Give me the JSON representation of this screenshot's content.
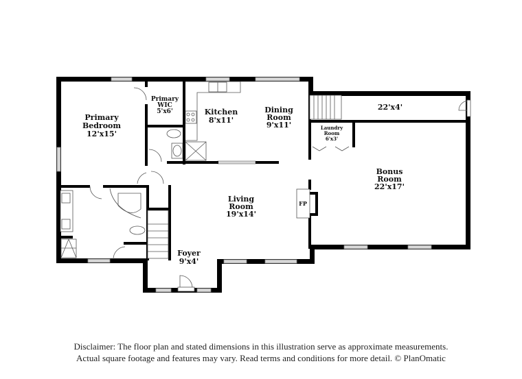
{
  "rooms": [
    {
      "id": "primary-bedroom",
      "name_line1": "Primary",
      "name_line2": "Bedroom",
      "size": "12'x15'"
    },
    {
      "id": "primary-wic",
      "name_line1": "Primary",
      "name_line2": "WIC",
      "size": "5'x6'"
    },
    {
      "id": "kitchen",
      "name_line1": "Kitchen",
      "name_line2": "",
      "size": "8'x11'"
    },
    {
      "id": "dining-room",
      "name_line1": "Dining",
      "name_line2": "Room",
      "size": "9'x11'"
    },
    {
      "id": "hallway",
      "name_line1": "",
      "name_line2": "",
      "size": "22'x4'"
    },
    {
      "id": "laundry-room",
      "name_line1": "Laundry",
      "name_line2": "Room",
      "size": "6'x3'"
    },
    {
      "id": "bonus-room",
      "name_line1": "Bonus",
      "name_line2": "Room",
      "size": "22'x17'"
    },
    {
      "id": "living-room",
      "name_line1": "Living",
      "name_line2": "Room",
      "size": "19'x14'"
    },
    {
      "id": "foyer",
      "name_line1": "Foyer",
      "name_line2": "",
      "size": "9'x4'"
    }
  ],
  "fireplace": {
    "label": "FP"
  },
  "disclaimer": {
    "line1": "Disclaimer: The floor plan and stated dimensions in this illustration serve as approximate measurements.",
    "line2": "Actual square footage and features may vary. Read terms and conditions for more detail. © PlanOmatic"
  }
}
